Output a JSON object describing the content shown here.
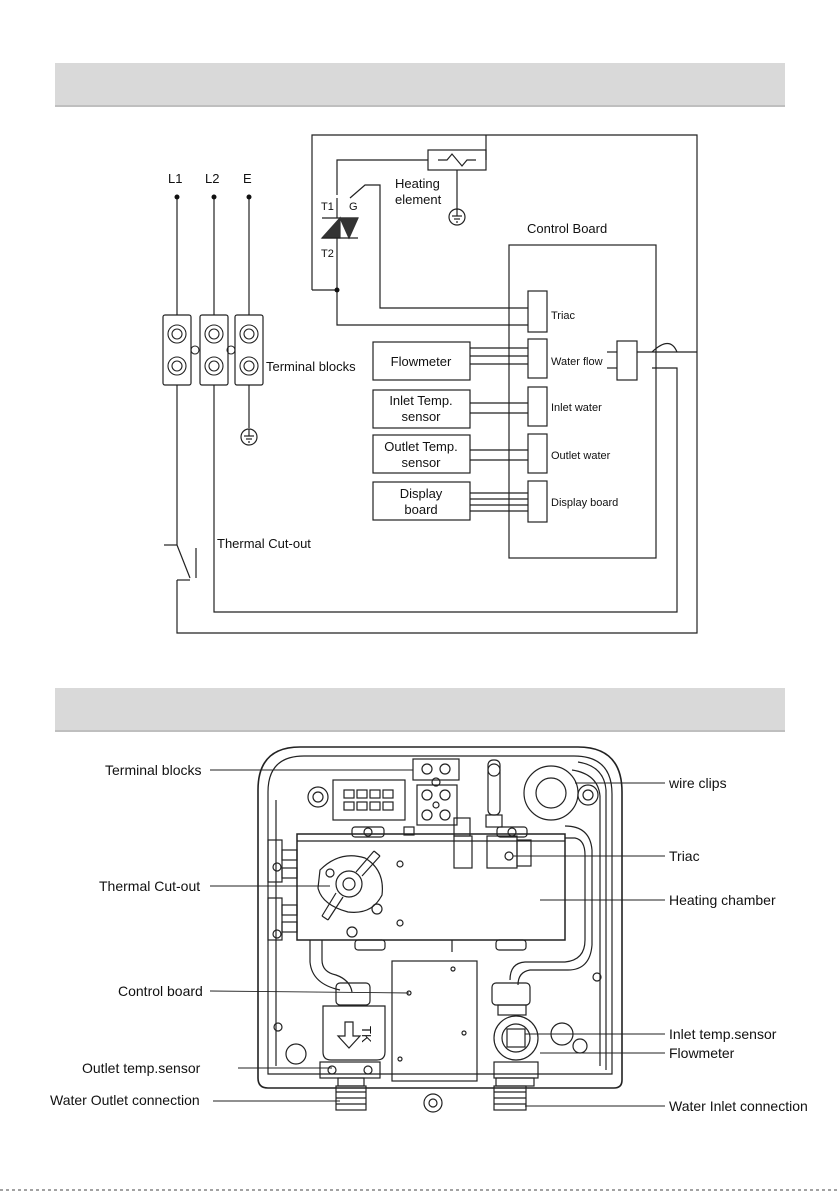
{
  "wiring": {
    "terminals": [
      "L1",
      "L2",
      "E"
    ],
    "heating_element": [
      "Heating",
      "element"
    ],
    "triac_pins": {
      "t1": "T1",
      "g": "G",
      "t2": "T2"
    },
    "control_board": "Control Board",
    "terminal_blocks": "Terminal blocks",
    "thermal_cutout": "Thermal Cut-out",
    "components": {
      "flowmeter": [
        "Flowmeter"
      ],
      "inlet_sensor": [
        "Inlet Temp.",
        "sensor"
      ],
      "outlet_sensor": [
        "Outlet Temp.",
        "sensor"
      ],
      "display": [
        "Display",
        "board"
      ]
    },
    "board_ports": {
      "triac": "Triac",
      "water_flow": "Water flow",
      "inlet_water": "Inlet water",
      "outlet_water": "Outlet water",
      "display_board": "Display board"
    }
  },
  "parts": {
    "labels": {
      "terminal_blocks": "Terminal blocks",
      "thermal_cutout": "Thermal Cut-out",
      "control_board": "Control board",
      "outlet_temp_sensor": "Outlet temp.sensor",
      "water_outlet": "Water Outlet connection",
      "wire_clips": "wire clips",
      "triac": "Triac",
      "heating_chamber": "Heating chamber",
      "inlet_temp_sensor": "Inlet temp.sensor",
      "flowmeter": "Flowmeter",
      "water_inlet": "Water Inlet connection"
    },
    "tk_mark": "TK"
  }
}
